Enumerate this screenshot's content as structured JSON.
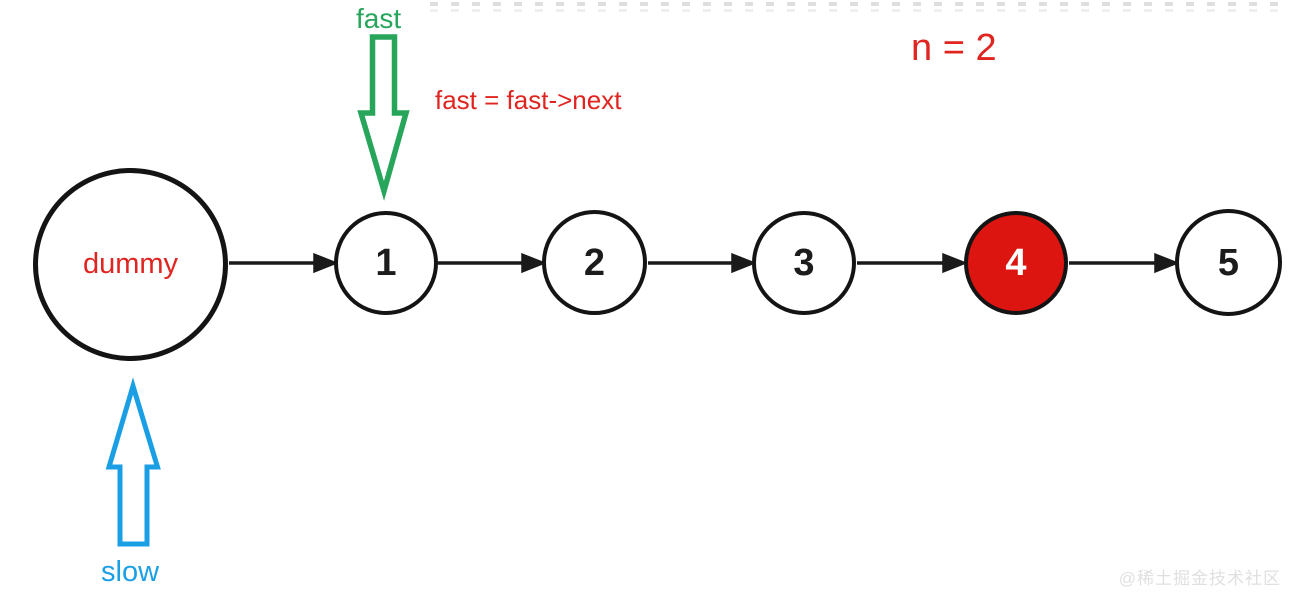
{
  "colors": {
    "green": "#26a55b",
    "blue": "#1b9fe4",
    "red": "#e02420",
    "node_red": "#dd1510",
    "ink": "#141414",
    "wm": "#e0e0e0"
  },
  "annotations": {
    "fast_pointer_label": "fast",
    "fast_operation": "fast = fast->next",
    "n_value": "n = 2",
    "slow_pointer_label": "slow"
  },
  "linked_list": {
    "nodes": [
      {
        "label": "dummy",
        "role": "dummy-head",
        "highlighted": false
      },
      {
        "label": "1",
        "highlighted": false
      },
      {
        "label": "2",
        "highlighted": false
      },
      {
        "label": "3",
        "highlighted": false
      },
      {
        "label": "4",
        "highlighted": true
      },
      {
        "label": "5",
        "highlighted": false
      }
    ]
  },
  "watermark": {
    "text": "@稀土掘金技术社区"
  }
}
